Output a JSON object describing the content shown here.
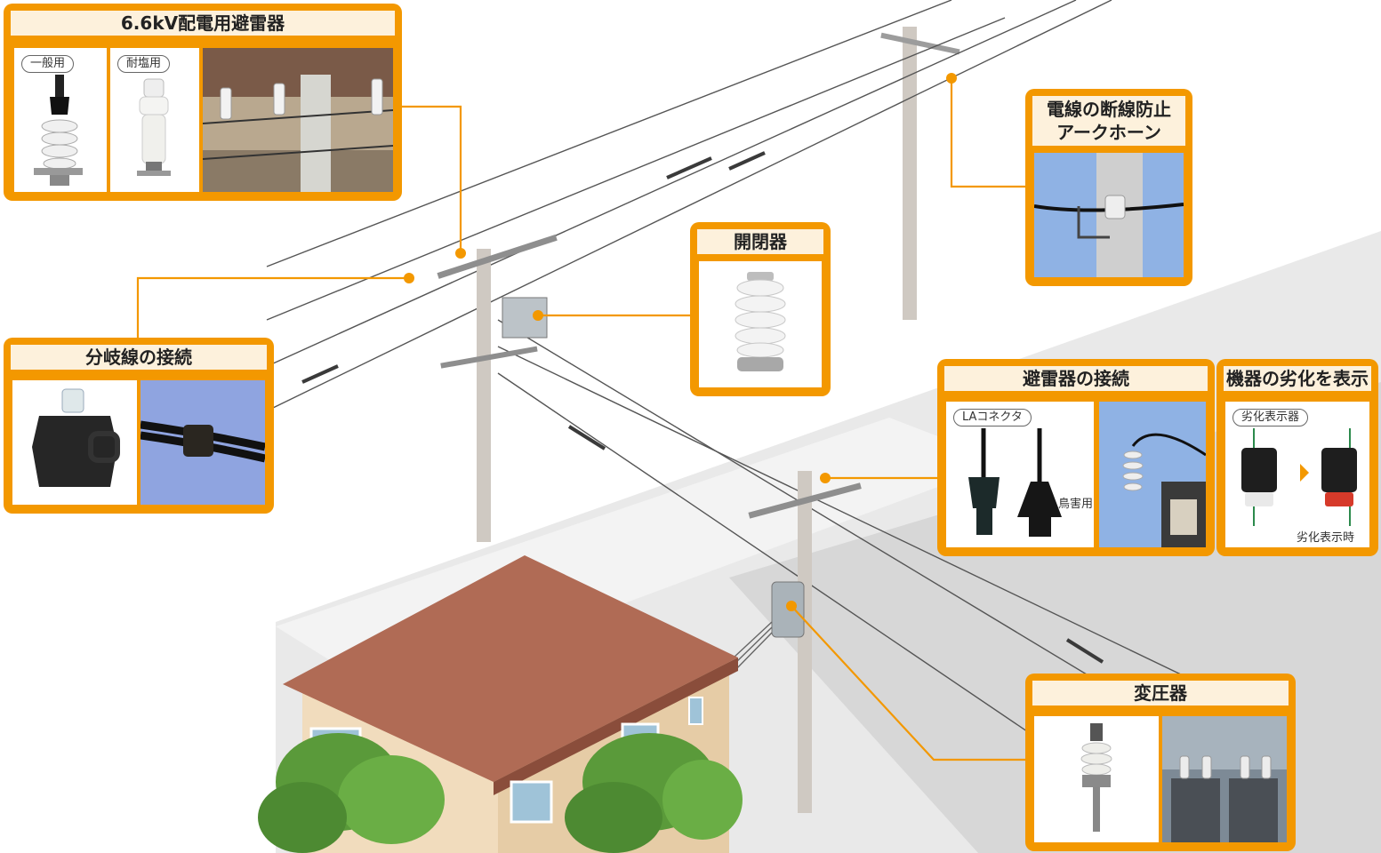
{
  "colors": {
    "accent": "#f39800",
    "title_bg": "#fdf1dc",
    "sky": "#8fb2e4"
  },
  "callouts": {
    "arrester": {
      "title": "6.6kV配電用避雷器",
      "tag_general": "一般用",
      "tag_salt": "耐塩用"
    },
    "switch": {
      "title": "開閉器"
    },
    "arc_horn": {
      "title_line1": "電線の断線防止",
      "title_line2": "アークホーン"
    },
    "branch": {
      "title": "分岐線の接続"
    },
    "arrester_conn": {
      "title": "避雷器の接続",
      "tag": "LAコネクタ",
      "bird_label": "鳥害用"
    },
    "deterioration": {
      "title": "機器の劣化を表示",
      "tag": "劣化表示器",
      "after_label": "劣化表示時"
    },
    "transformer": {
      "title": "変圧器"
    }
  }
}
